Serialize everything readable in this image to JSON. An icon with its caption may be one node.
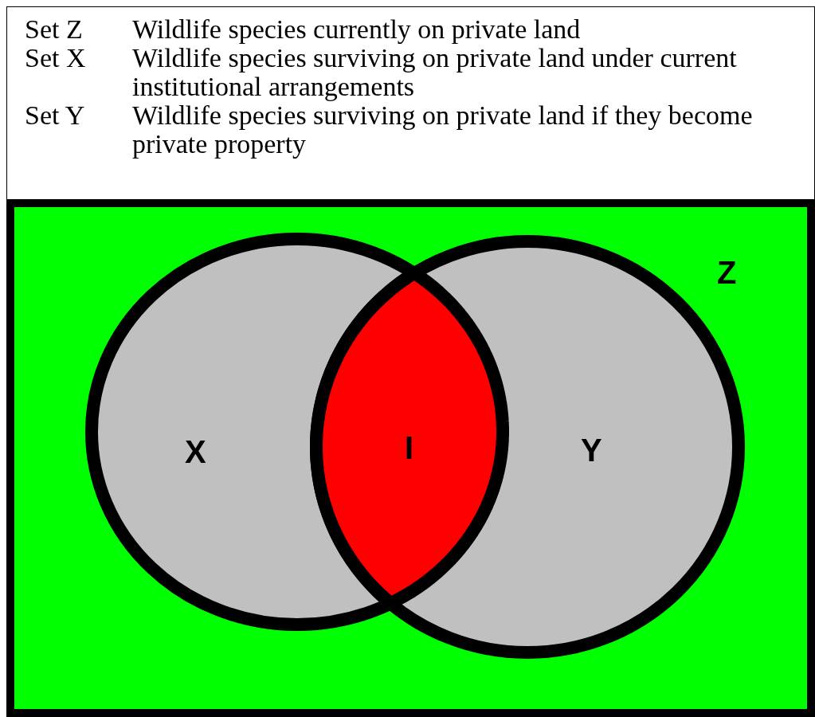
{
  "diagram": {
    "nodes": [
      {
        "text": [
          "Z"
        ]
      },
      {
        "text": [
          "X"
        ],
        "in": 0
      },
      {
        "text": [
          "Y"
        ],
        "in": 0
      },
      {
        "text": [
          "I"
        ]
      }
    ],
    "labels": [
      "Set Z",
      "Wildlife species currently on private land",
      "Set X",
      "Wildlife species surviving on private land under current institutional arrangements",
      "Set Y",
      "Wildlife species surviving on private land if they become private property"
    ]
  }
}
